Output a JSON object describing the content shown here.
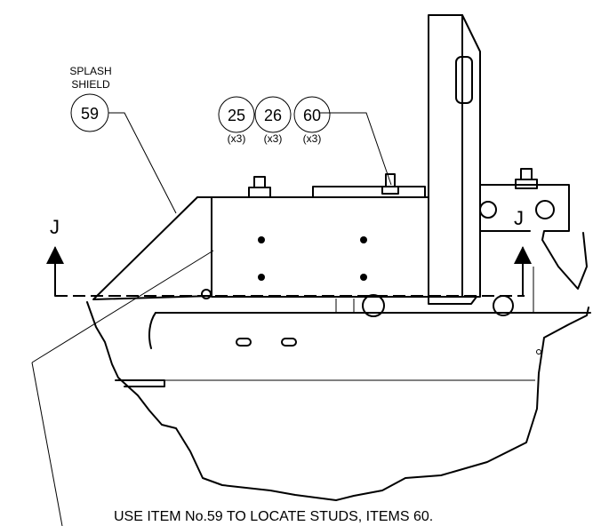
{
  "splash_label_line1": "SPLASH",
  "splash_label_line2": "SHIELD",
  "balloons": [
    {
      "item": "59",
      "qty": ""
    },
    {
      "item": "25",
      "qty": "(x3)"
    },
    {
      "item": "26",
      "qty": "(x3)"
    },
    {
      "item": "60",
      "qty": "(x3)"
    }
  ],
  "section_marker": "J",
  "note": "USE ITEM No.59 TO LOCATE STUDS, ITEMS 60."
}
